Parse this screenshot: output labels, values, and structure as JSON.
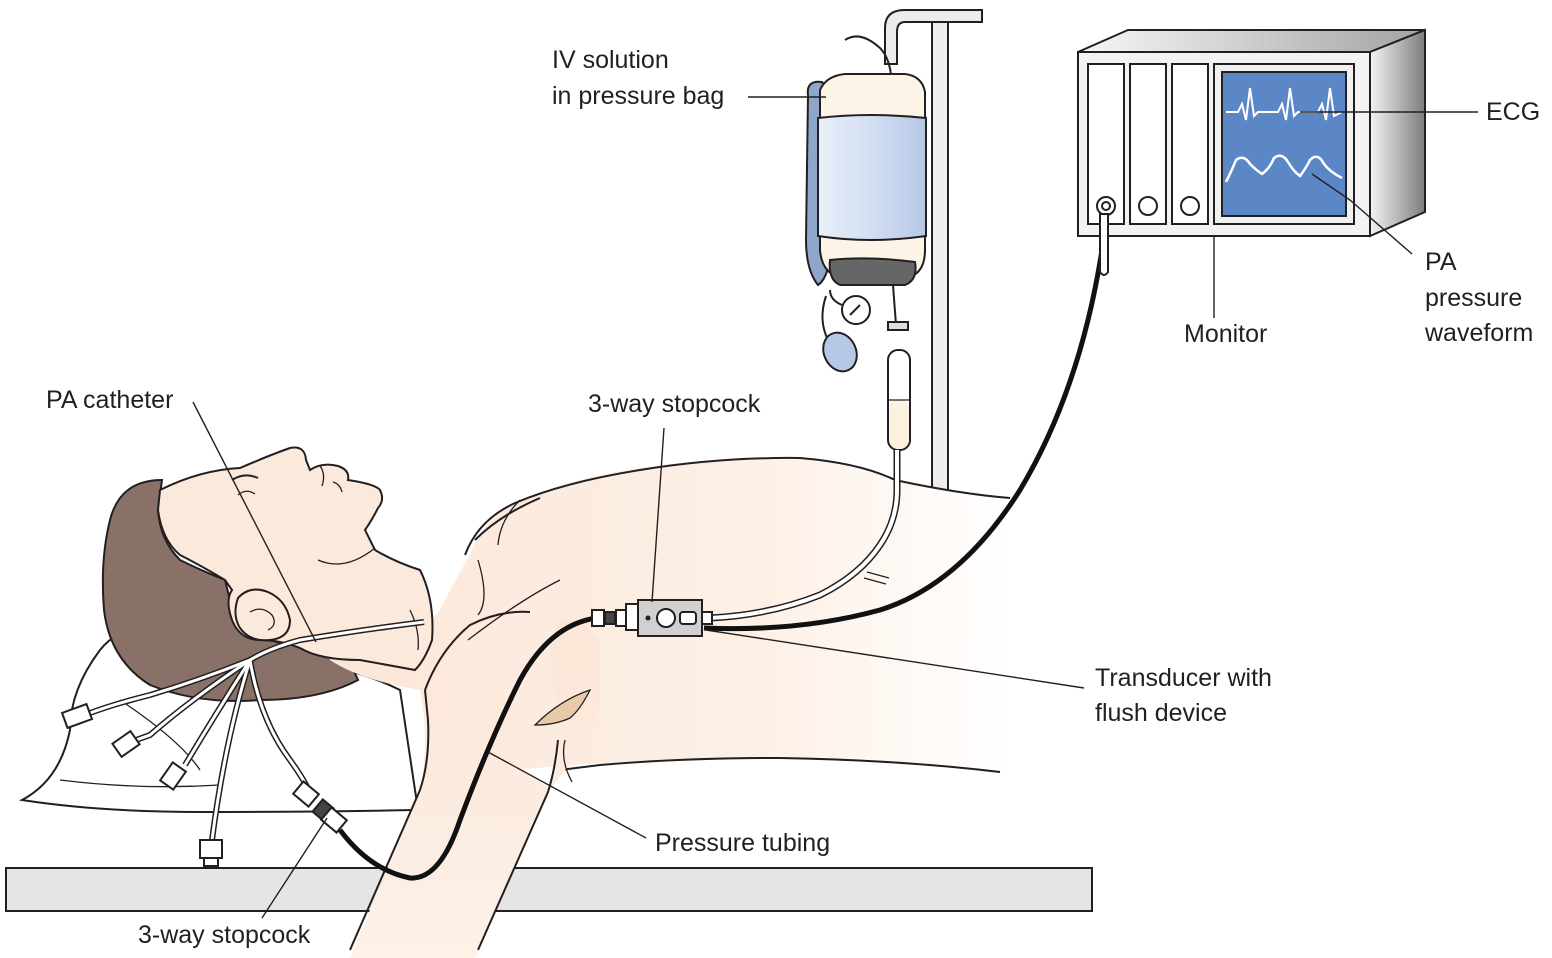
{
  "labels": {
    "iv_bag": [
      "IV solution",
      "in pressure bag"
    ],
    "ecg": "ECG",
    "pa_waveform": [
      "PA",
      "pressure",
      "waveform"
    ],
    "monitor": "Monitor",
    "pa_catheter": "PA catheter",
    "stopcock_top": "3-way stopcock",
    "transducer": [
      "Transducer with",
      "flush device"
    ],
    "pressure_tubing": "Pressure tubing",
    "stopcock_bottom": "3-way stopcock"
  },
  "colors": {
    "skin": "#fbe9dc",
    "skin_shadow": "#f2d7c0",
    "hair": "#8a7167",
    "screen": "#5b87c7",
    "bag": "#cfdcf2",
    "bag_dark": "#8ea6c9",
    "table": "#e5e5e5",
    "tubing": "#111111"
  }
}
